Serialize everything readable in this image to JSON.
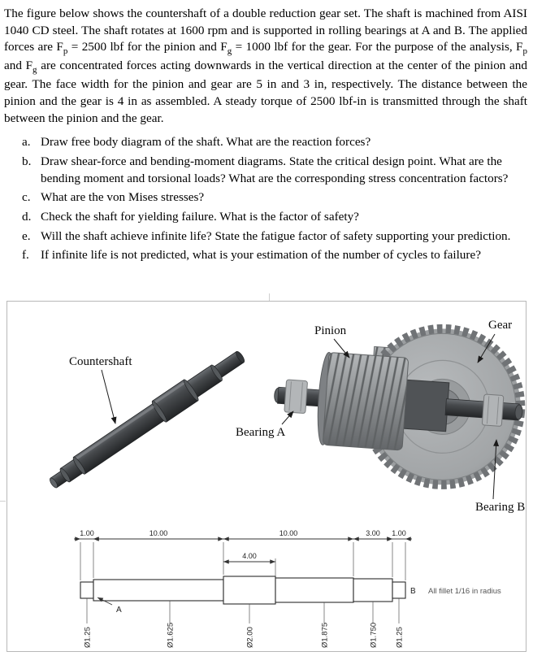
{
  "intro": {
    "s1": "The figure below shows the countershaft of a double reduction gear set. The shaft is machined from AISI 1040 CD steel. The shaft rotates at 1600 rpm and is supported in rolling bearings at A and B. The applied forces are F",
    "sub1": "p",
    "s2": " = 2500 lbf for the pinion and F",
    "sub2": "g",
    "s3": " = 1000 lbf for the gear. For the purpose of the analysis, F",
    "sub3": "p",
    "s4": " and F",
    "sub4": "g",
    "s5": " are concentrated forces acting downwards in the vertical direction at the center of the pinion and gear. The face width for the pinion and gear are 5 in and 3 in, respectively. The distance between the pinion and the gear is 4 in as assembled. A steady torque of 2500 lbf-in is transmitted through the shaft between the pinion and the gear."
  },
  "questions": [
    {
      "label": "a.",
      "text": "Draw free body diagram of the shaft. What are the reaction forces?"
    },
    {
      "label": "b.",
      "text": "Draw shear-force and bending-moment diagrams. State the critical design point. What are the bending moment and torsional loads? What are the corresponding stress concentration factors?"
    },
    {
      "label": "c.",
      "text": "What are the von Mises stresses?"
    },
    {
      "label": "d.",
      "text": "Check the shaft for yielding failure. What is the factor of safety?"
    },
    {
      "label": "e.",
      "text": "Will the shaft achieve infinite life? State the fatigue factor of safety supporting your prediction."
    },
    {
      "label": "f.",
      "text": "If infinite life is not predicted, what is your estimation of the number of cycles to failure?"
    }
  ],
  "figure": {
    "labels": {
      "countershaft": "Countershaft",
      "pinion": "Pinion",
      "gear": "Gear",
      "bearing_a": "Bearing A",
      "bearing_b": "Bearing B"
    },
    "drawing": {
      "lengths": [
        "1.00",
        "10.00",
        "10.00",
        "3.00",
        "1.00"
      ],
      "mid_length": "4.00",
      "diameters": [
        "Ø1.25",
        "Ø1.625",
        "Ø2.00",
        "Ø1.875",
        "Ø1.750",
        "Ø1.25"
      ],
      "point_a": "A",
      "point_b": "B",
      "fillet_note": "All fillet 1/16 in radius"
    },
    "colors": {
      "shaft_dark": "#3f4245",
      "gear_gray": "#a2a5a7",
      "outline": "#2b2b2b",
      "dim_line": "#555555"
    }
  }
}
